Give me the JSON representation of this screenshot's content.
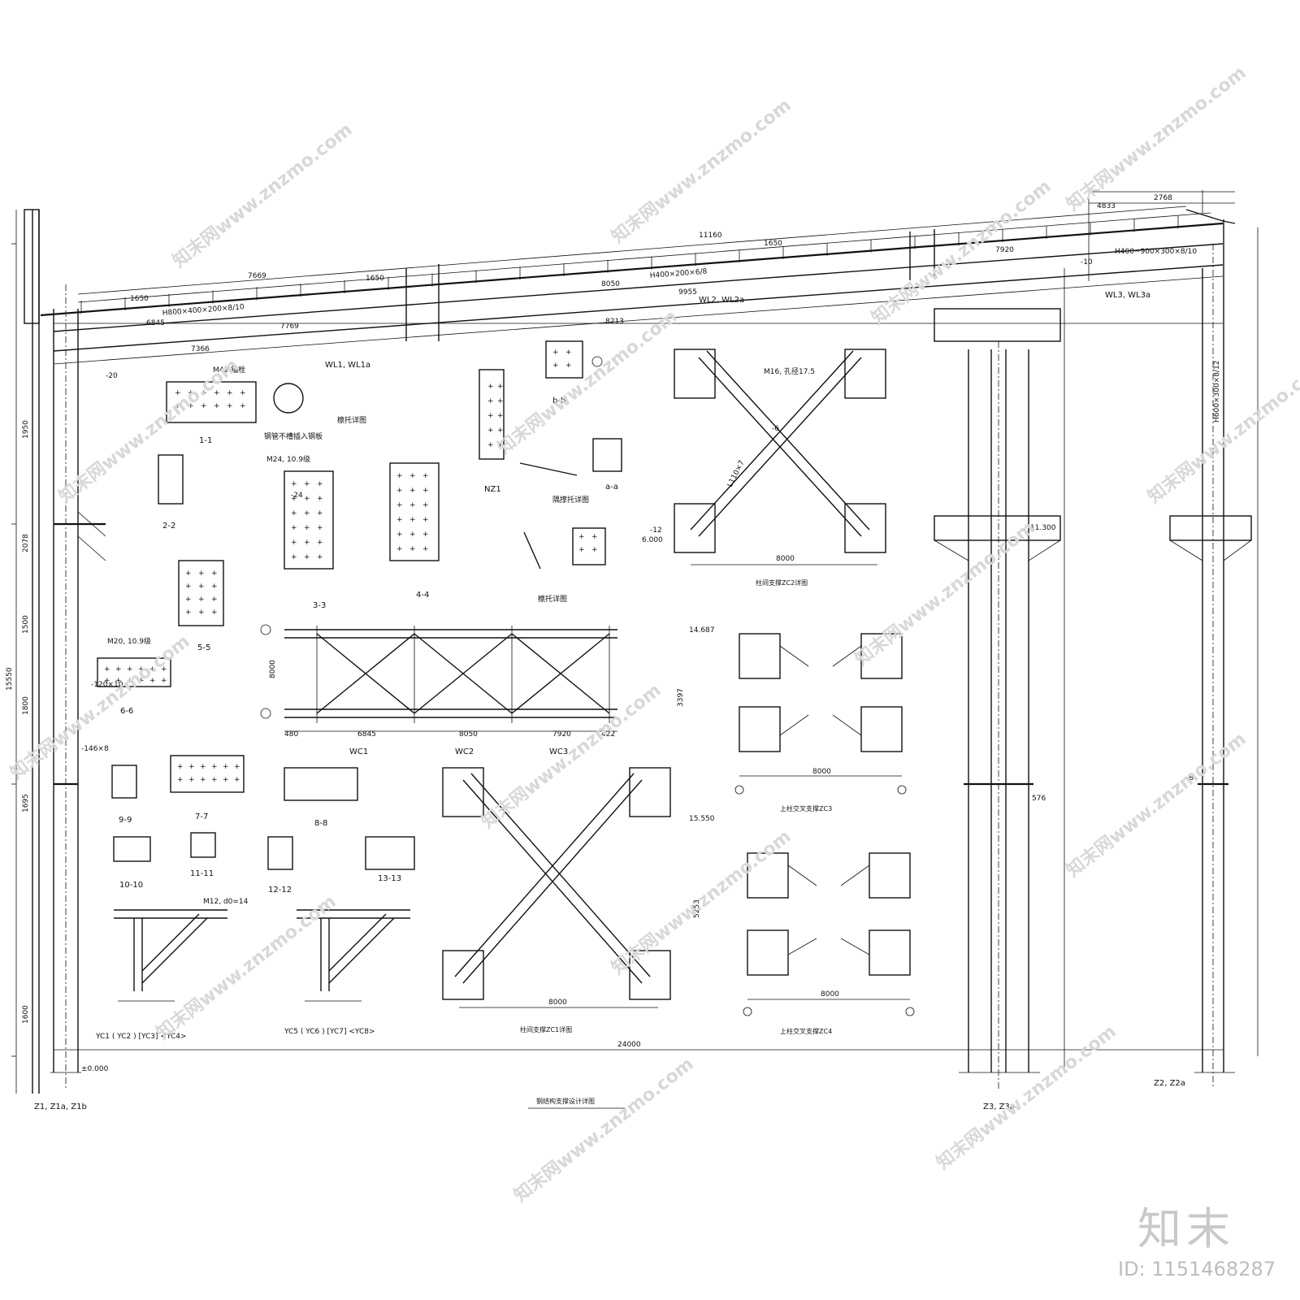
{
  "drawing": {
    "title": "钢结构支撑设计详图",
    "frames": {
      "left": "WL1, WL1a",
      "middle": "WL2, WL2a",
      "right": "WL3, WL3a"
    },
    "columns": {
      "left": "Z1, Z1a, Z1b",
      "mid": "Z3, Z3a",
      "right": "Z2, Z2a"
    },
    "overall_span": "24000",
    "ridge_dims": [
      "11160",
      "1650",
      "1650",
      "1650",
      "7669",
      "8050",
      "7920",
      "9955",
      "8213",
      "6845",
      "7769",
      "7366",
      "2768",
      "4833"
    ],
    "beam_sections": [
      "H800×400×200×8/10",
      "H400×200×6/8",
      "H400~900×300×8/10",
      "H600×300×8/12"
    ],
    "elevations": [
      "±0.000",
      "11.300",
      "6.000",
      "15.550",
      "14.687"
    ],
    "column_dims": [
      "15550",
      "1950",
      "2078",
      "1500",
      "1800",
      "1600",
      "1695",
      "3397",
      "5253"
    ],
    "sections": [
      "1-1",
      "2-2",
      "3-3",
      "4-4",
      "5-5",
      "6-6",
      "7-7",
      "8-8",
      "9-9",
      "10-10",
      "11-11",
      "12-12",
      "13-13",
      "a-a",
      "b-b"
    ],
    "bolts": [
      "M24, 10.9级",
      "M20, 10.9级",
      "M16, 孔径17.5",
      "M12, d0=14",
      "M42 锚栓"
    ],
    "notes": [
      "钢管不槽插入钢板",
      "檩托详图",
      "隅撑托详图",
      "檩托详图"
    ],
    "bracing": {
      "zc1": "柱间支撑ZC1详图",
      "zc2": "柱间支撑ZC2详图",
      "zc3": "上柱交叉支撑ZC3",
      "zc4": "上柱交叉支撑ZC4",
      "span": "8000"
    },
    "roof_bracing": [
      "WC1",
      "WC2",
      "WC3"
    ],
    "wc_dims": [
      "480",
      "6845",
      "8050",
      "7920",
      "422",
      "8000"
    ],
    "knee": [
      "YC1 ( YC2 ) [YC3] <YC4>",
      "YC5 ( YC6 ) [YC7] <YC8>"
    ],
    "nz": "NZ1",
    "labels_small": [
      "-146×8",
      "576",
      "-120×10",
      "L110×7",
      "-12",
      "-10",
      "-6",
      "-8",
      "-20",
      "-24"
    ]
  },
  "watermark": {
    "text": "知末网www.znzmo.com",
    "brand": "知末",
    "id": "ID: 1151468287"
  }
}
